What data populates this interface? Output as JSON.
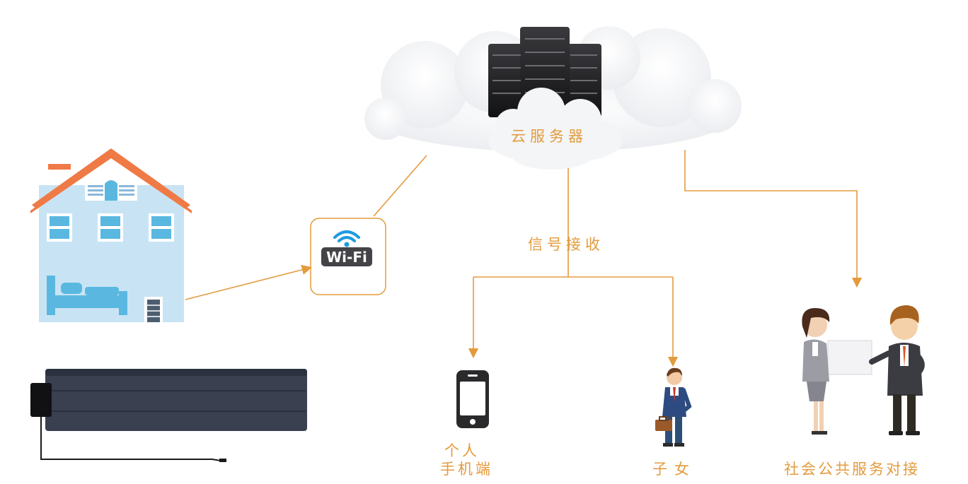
{
  "labels": {
    "cloud_server": "云服务器",
    "signal_receive": "信号接收",
    "phone_line1": "个人",
    "phone_line2": "手机端",
    "children": "子女",
    "public_service": "社会公共服务对接",
    "wifi": "Wi-Fi"
  },
  "colors": {
    "connector": "#e39b3d",
    "label": "#e39b3d",
    "house_wall": "#c8e4f4",
    "house_roof": "#f07a45",
    "house_window": "#5ab8e0",
    "cloud": "#f5f6f8",
    "server": "#1b1b1d",
    "mat": "#3a4050"
  },
  "icons": {
    "house": "house-icon",
    "mattress": "sensor-mattress-icon",
    "wifi": "wifi-icon",
    "cloud": "cloud-icon",
    "server": "server-rack-icon",
    "phone": "smartphone-icon",
    "child": "businessman-icon",
    "service": "service-staff-icon"
  }
}
